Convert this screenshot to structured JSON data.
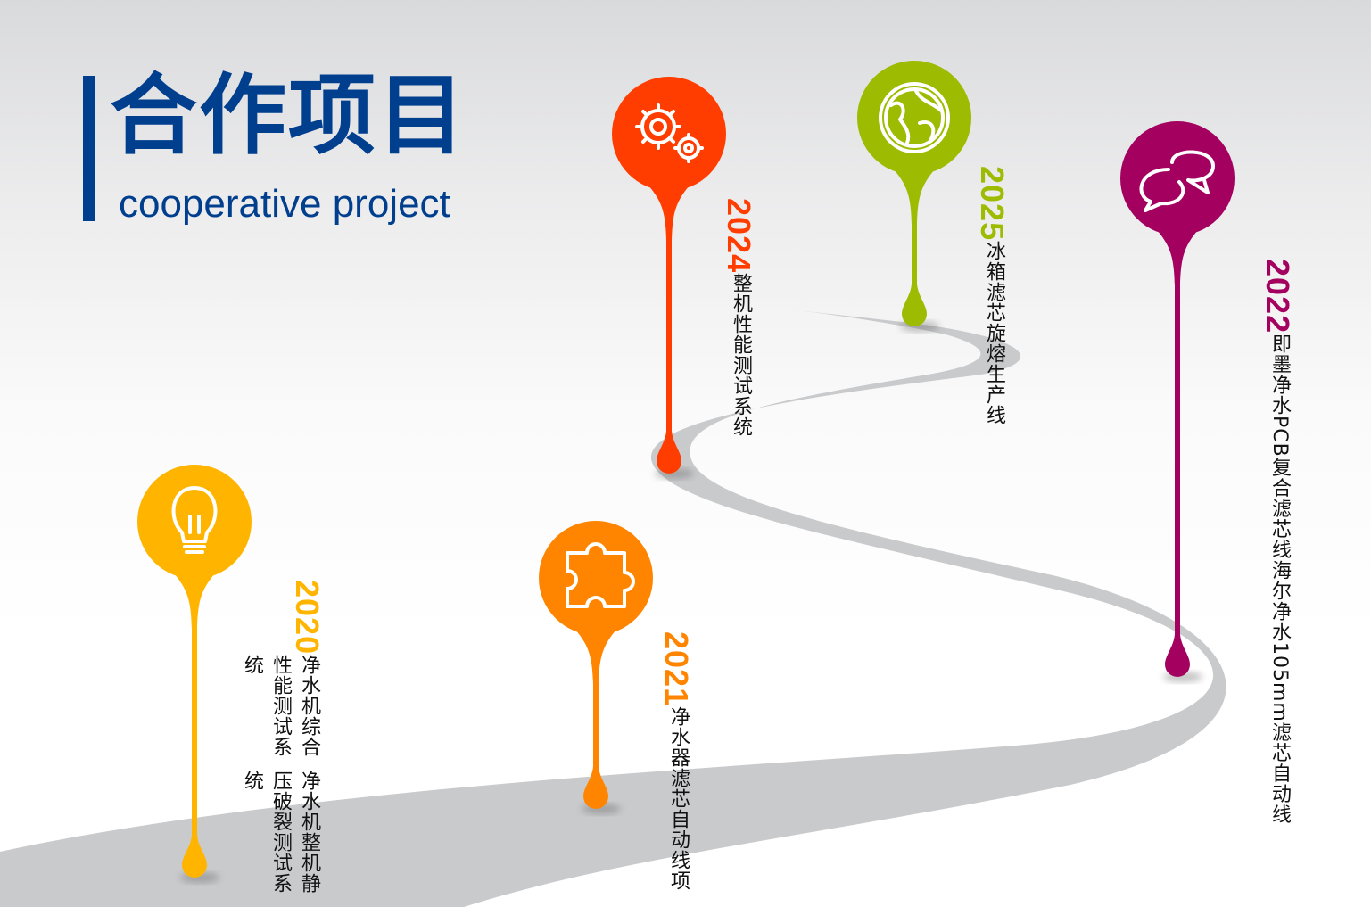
{
  "header": {
    "title": "合作项目",
    "subtitle": "cooperative project"
  },
  "colors": {
    "brand": "#003e8e",
    "road": "#c9cacc"
  },
  "milestones": [
    {
      "year": "2020",
      "color": "#ffb400",
      "icon": "lightbulb-icon",
      "lines": [
        "净水机综合性能测试系统",
        "净水机整机静压破裂测试系统"
      ]
    },
    {
      "year": "2021",
      "color": "#ff8500",
      "icon": "puzzle-icon",
      "lines": [
        "净水器滤芯自动线项"
      ]
    },
    {
      "year": "2024",
      "color": "#ff3d00",
      "icon": "gears-icon",
      "lines": [
        "整机性能测试系统"
      ]
    },
    {
      "year": "2025",
      "color": "#9dbb00",
      "icon": "globe-icon",
      "lines": [
        "冰箱滤芯旋熔生产线"
      ]
    },
    {
      "year": "2022",
      "color": "#a3005f",
      "icon": "chat-bubbles-icon",
      "lines": [
        "即墨净水PCB复合滤芯线",
        "海尔净水105mm滤芯自动线"
      ]
    }
  ]
}
